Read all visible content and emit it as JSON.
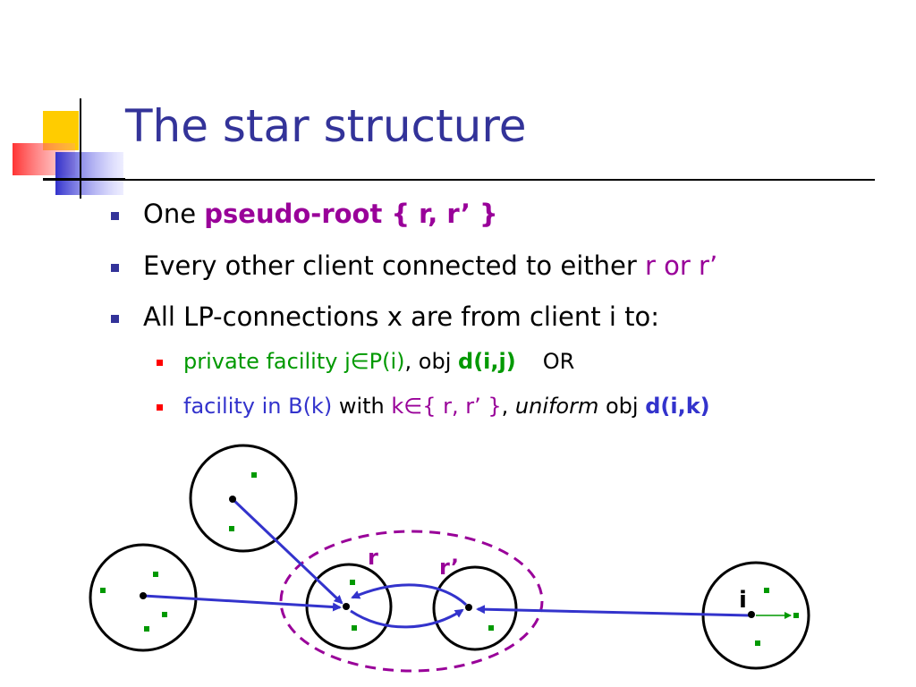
{
  "slide": {
    "title": "The star structure",
    "bullets": {
      "b1": {
        "text1": "One ",
        "text2": "pseudo-root { r, r’ }"
      },
      "b2": {
        "text1": "Every other client connected to either ",
        "text2": "r or r’"
      },
      "b3": {
        "text1": "All LP-connections x are from client i to:"
      },
      "sub1": {
        "text1": "private facility j",
        "sym": "∈",
        "text2": "P(i)",
        "text3": ", obj ",
        "text4": "d(i,j)",
        "text5": "OR"
      },
      "sub2": {
        "text1": "facility in B(k)",
        "text2": " with ",
        "text3": "k",
        "sym": "∈",
        "text4": "{ r, r’ }",
        "text5": ", ",
        "text6": "uniform",
        "text7": " obj ",
        "text8": "d(i,k)"
      }
    }
  },
  "diagram": {
    "labels": {
      "r": "r",
      "r_prime": "r’",
      "i": "i"
    },
    "colors": {
      "arrow": "#3333cc",
      "facility": "#009900",
      "dashed": "#990099",
      "title": "#333399"
    }
  }
}
